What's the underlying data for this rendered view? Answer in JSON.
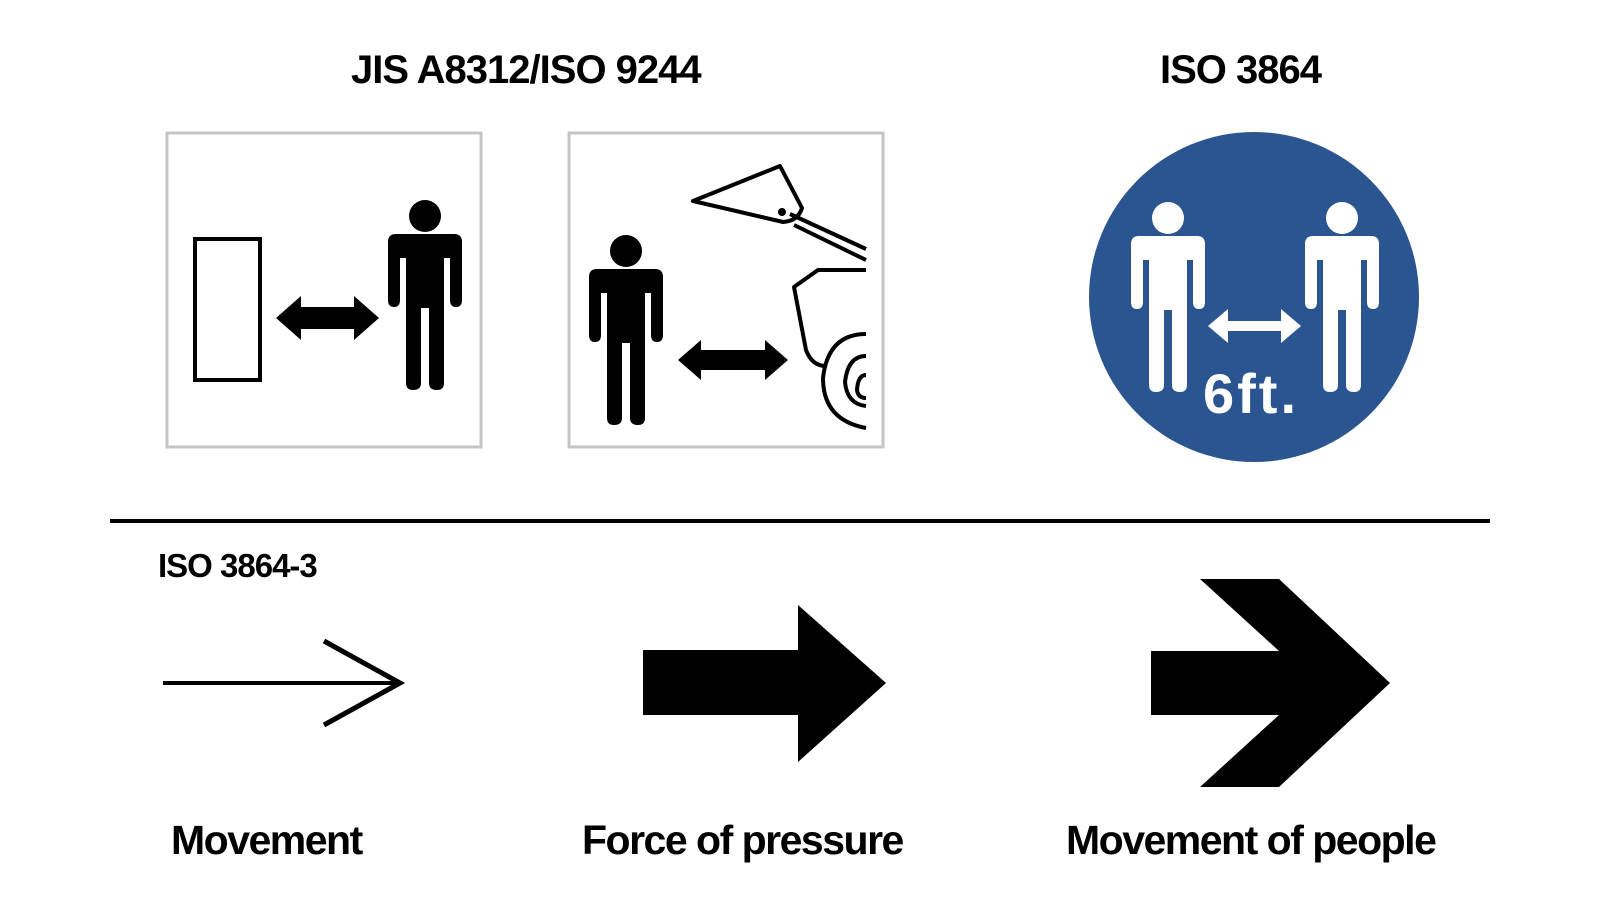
{
  "headings": {
    "jis_iso": "JIS A8312/ISO 9244",
    "iso_3864": "ISO 3864",
    "iso_3864_3": "ISO 3864-3"
  },
  "sign_distance_label": "6ft.",
  "captions": {
    "movement": "Movement",
    "force": "Force of pressure",
    "people": "Movement of people"
  },
  "colors": {
    "sign_blue": "#2b5591",
    "frame_gray": "#c4c4c4",
    "ink": "#000000"
  },
  "icons": [
    "person-icon",
    "door-icon",
    "double-arrow-icon",
    "excavator-icon",
    "arrow-icon"
  ]
}
